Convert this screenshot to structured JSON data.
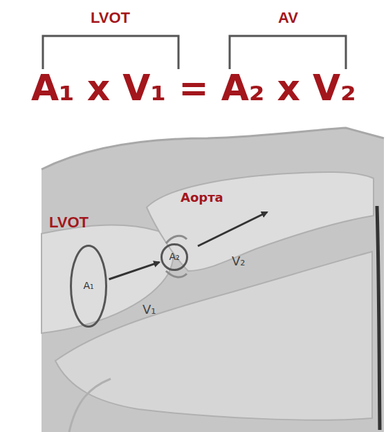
{
  "diagram": {
    "nodes": [
      {
        "text": [
          "A₁"
        ]
      },
      {
        "text": [
          "A₂"
        ]
      }
    ],
    "edges": [
      {
        "from": 0,
        "to": 1,
        "arrow": "to"
      }
    ],
    "labels": [
      "LVOT",
      "AV",
      "A₁ x V₁ = A₂ x V₂",
      "LVOT",
      "Аорта",
      "V₁",
      "V₂"
    ]
  }
}
